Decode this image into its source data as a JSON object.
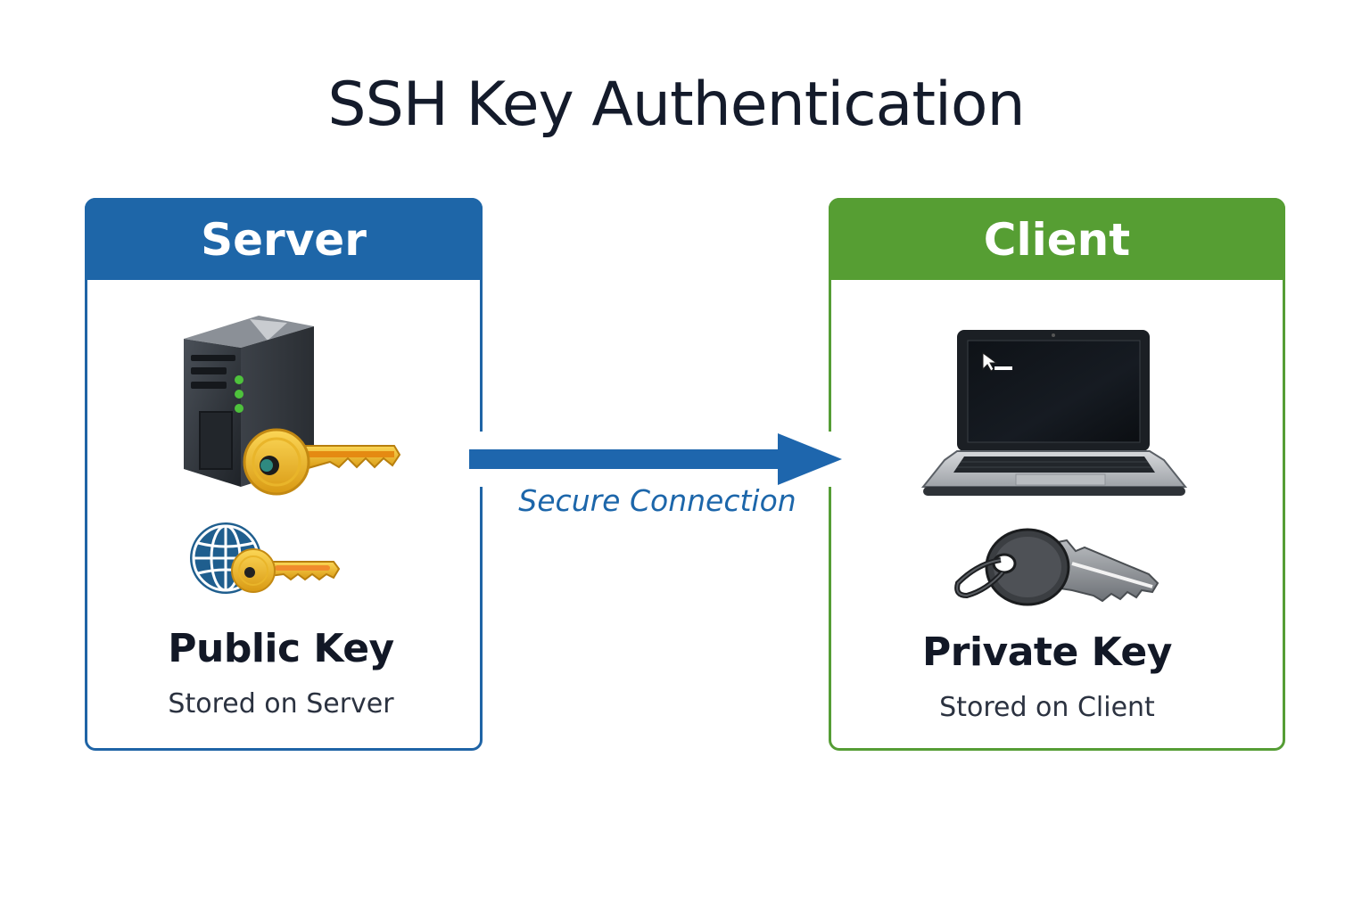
{
  "title": "SSH Key Authentication",
  "server": {
    "header": "Server",
    "icons": [
      "server-tower-icon",
      "gold-key-icon",
      "globe-icon",
      "gold-key-small-icon"
    ],
    "key_label": "Public Key",
    "key_sublabel": "Stored on Server",
    "accent_color": "#1e66a8"
  },
  "client": {
    "header": "Client",
    "icons": [
      "laptop-icon",
      "terminal-prompt-icon",
      "private-key-icon"
    ],
    "key_label": "Private Key",
    "key_sublabel": "Stored on Client",
    "accent_color": "#569e33"
  },
  "connection": {
    "label": "Secure Connection",
    "direction": "server-to-client",
    "color": "#1e66a8"
  }
}
